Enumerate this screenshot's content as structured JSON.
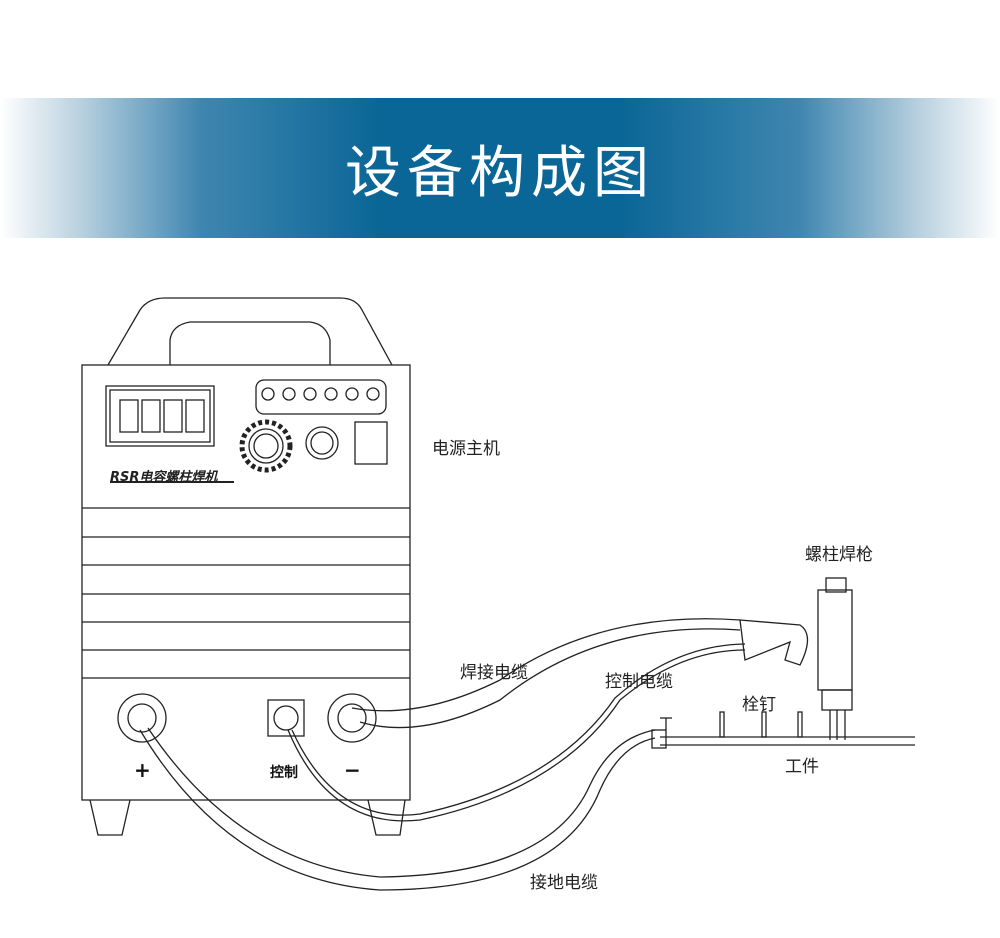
{
  "title": "设备构成图",
  "machine": {
    "brand": "RSR电容螺柱焊机",
    "plus": "+",
    "control": "控制",
    "minus": "−"
  },
  "labels": {
    "power_unit": "电源主机",
    "gun": "螺柱焊枪",
    "weld_cable": "焊接电缆",
    "control_cable": "控制电缆",
    "stud": "栓钉",
    "workpiece": "工件",
    "ground_cable": "接地电缆"
  },
  "colors": {
    "banner": "#0a6696",
    "line": "#222222"
  }
}
